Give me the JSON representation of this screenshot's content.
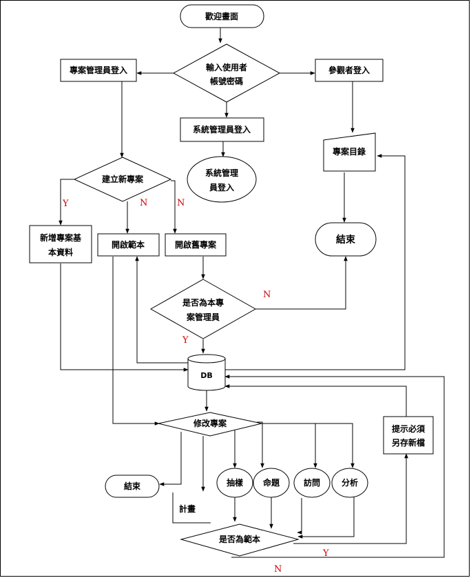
{
  "nodes": {
    "welcome": "歡迎畫面",
    "input_account_1": "輸入使用者",
    "input_account_2": "帳號密碼",
    "pm_login": "專案管理員登入",
    "visitor_login": "參觀者登入",
    "sysadmin_login": "系統管理員登入",
    "sysadmin_end_1": "系統管理",
    "sysadmin_end_2": "員登入",
    "project_list": "專案目錄",
    "create_new": "建立新專案",
    "end_top": "結束",
    "add_basic_1": "新增專案基",
    "add_basic_2": "本資料",
    "open_template": "開啟範本",
    "open_old": "開啟舊專案",
    "is_pm_1": "是否為本專",
    "is_pm_2": "案管理員",
    "db": "DB",
    "modify": "修改專案",
    "notice_1": "提示必須",
    "notice_2": "另存新檔",
    "end_bottom": "結束",
    "plan": "計畫",
    "sampling": "抽樣",
    "topic": "命題",
    "interview": "訪問",
    "analysis": "分析",
    "is_template": "是否為範本"
  },
  "branch_labels": {
    "create_y": "Y",
    "create_n1": "N",
    "create_n2": "N",
    "pm_n": "N",
    "pm_y": "Y",
    "template_y": "Y",
    "template_n": "N"
  },
  "colors": {
    "line": "#000000",
    "branch_label": "#cc0000"
  }
}
